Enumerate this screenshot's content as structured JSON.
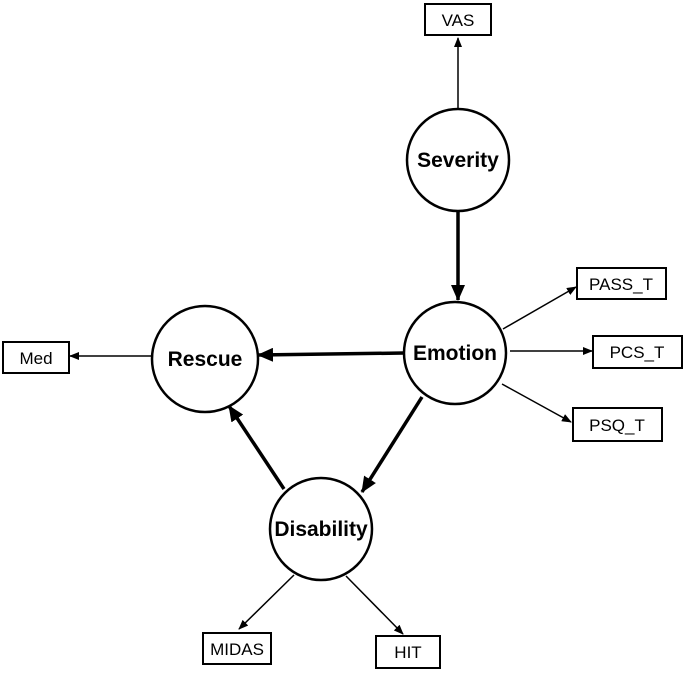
{
  "latent_variables": {
    "severity": "Severity",
    "emotion": "Emotion",
    "rescue": "Rescue",
    "disability": "Disability"
  },
  "indicators": {
    "vas": "VAS",
    "pass_t": "PASS_T",
    "pcs_t": "PCS_T",
    "psq_t": "PSQ_T",
    "med": "Med",
    "midas": "MIDAS",
    "hit": "HIT"
  },
  "paths": [
    {
      "from": "Severity",
      "to": "VAS",
      "weight": "thin"
    },
    {
      "from": "Severity",
      "to": "Emotion",
      "weight": "thick"
    },
    {
      "from": "Emotion",
      "to": "PASS_T",
      "weight": "thin"
    },
    {
      "from": "Emotion",
      "to": "PCS_T",
      "weight": "thin"
    },
    {
      "from": "Emotion",
      "to": "PSQ_T",
      "weight": "thin"
    },
    {
      "from": "Emotion",
      "to": "Rescue",
      "weight": "thick"
    },
    {
      "from": "Emotion",
      "to": "Disability",
      "weight": "thick"
    },
    {
      "from": "Disability",
      "to": "Rescue",
      "weight": "thick"
    },
    {
      "from": "Rescue",
      "to": "Med",
      "weight": "thin"
    },
    {
      "from": "Disability",
      "to": "MIDAS",
      "weight": "thin"
    },
    {
      "from": "Disability",
      "to": "HIT",
      "weight": "thin"
    }
  ]
}
